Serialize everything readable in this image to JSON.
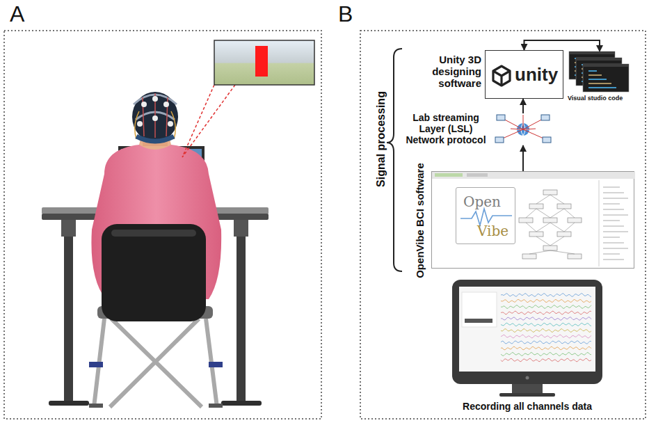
{
  "diagram": {
    "nodes": [
      {
        "text": [
          "Unity 3D designing software",
          "unity"
        ]
      },
      {
        "text": [
          "Visual studio code"
        ]
      },
      {
        "text": [
          "Lab streaming Layer (LSL) Network protocol"
        ]
      },
      {
        "text": [
          "OpenVibe BCI software"
        ]
      },
      {
        "text": [
          "Open",
          "Vibe"
        ],
        "in": 3
      },
      {
        "text": [
          "Recording all channels data"
        ]
      }
    ],
    "edges": [
      {
        "from": 0,
        "to": 1,
        "arrow": "both"
      },
      {
        "from": 2,
        "to": 0,
        "arrow": "to"
      },
      {
        "from": 3,
        "to": 2,
        "arrow": "to"
      }
    ],
    "labels": [
      "A",
      "B",
      "Signal processing"
    ]
  }
}
